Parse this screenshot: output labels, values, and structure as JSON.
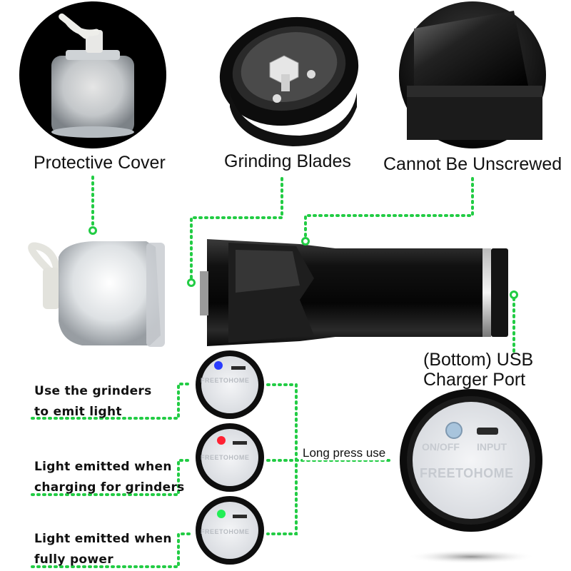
{
  "labels": {
    "protective_cover": "Protective Cover",
    "grinding_blades": "Grinding Blades",
    "cannot_unscrew": "Cannot Be Unscrewed",
    "usb_port_line1": "(Bottom) USB",
    "usb_port_line2": "Charger Port",
    "emit_light_line1": "Use the grinders",
    "emit_light_line2": "to emit light",
    "charging_line1": "Light emitted when",
    "charging_line2": "charging for grinders",
    "full_power_line1": "Light emitted when",
    "full_power_line2": "fully power",
    "long_press": "Long press use"
  },
  "device_text": {
    "brand": "FREETOHOME",
    "on_off": "ON/OFF",
    "input": "INPUT"
  },
  "indicator_colors": {
    "blue": "#2a3cff",
    "red": "#ff2233",
    "green": "#22ee55"
  },
  "colors": {
    "leader_line": "#22cc44",
    "device_body": "#151515"
  },
  "icons": [
    "bottle-cap-icon",
    "blade-icon",
    "usb-port-icon",
    "led-icon"
  ]
}
